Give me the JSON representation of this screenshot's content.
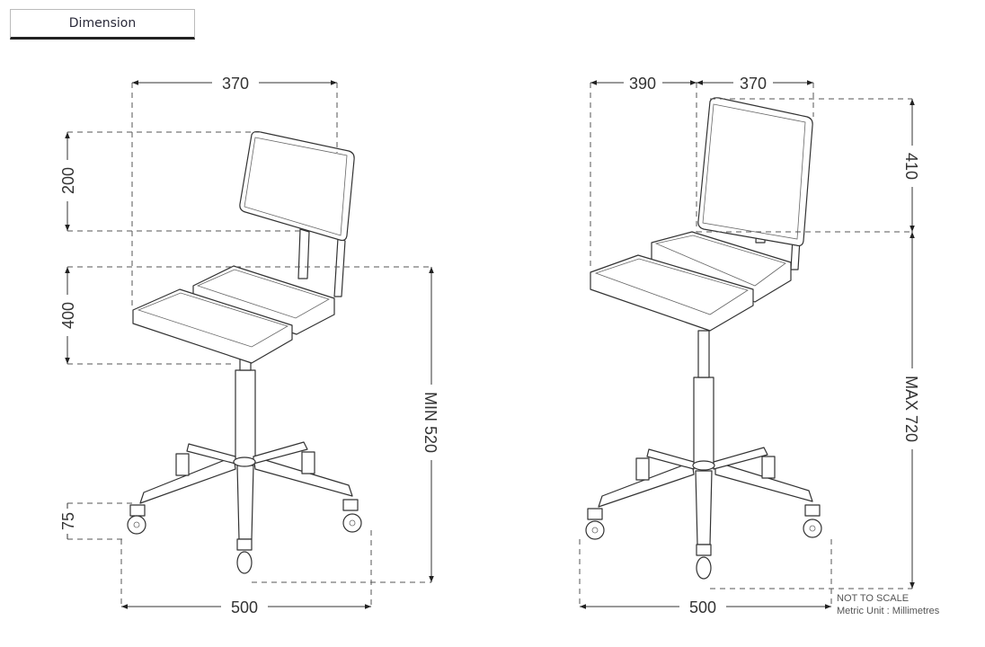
{
  "header": {
    "tab_label": "Dimension"
  },
  "left_view": {
    "width_top": "370",
    "backrest_height": "200",
    "seat_depth": "400",
    "seat_height": "MIN 520",
    "caster_height": "75",
    "base_width": "500"
  },
  "right_view": {
    "overall_depth": "390",
    "width_top": "370",
    "backrest_height": "410",
    "seat_height": "MAX 720",
    "base_width": "500"
  },
  "note": {
    "scale": "NOT TO SCALE",
    "unit": "Metric Unit : Millimetres"
  }
}
